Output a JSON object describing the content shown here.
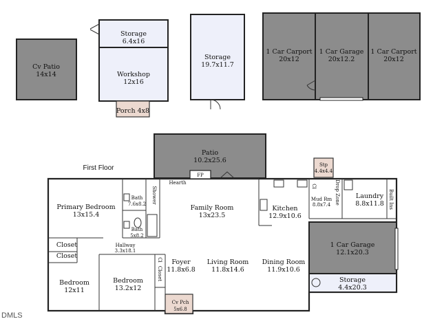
{
  "floor_label": "First Floor",
  "watermark": "DMLS",
  "hearth_label": "Hearth",
  "fp_label": "FP",
  "outbuildings": [
    {
      "key": "cv-patio",
      "name": "Cv Patio",
      "dims": "14x14"
    },
    {
      "key": "storage-small",
      "name": "Storage",
      "dims": "6.4x16"
    },
    {
      "key": "workshop",
      "name": "Workshop",
      "dims": "12x16"
    },
    {
      "key": "porch",
      "name": "Porch",
      "dims": "4x8"
    },
    {
      "key": "storage-large",
      "name": "Storage",
      "dims": "19.7x11.7"
    },
    {
      "key": "carport-left",
      "name": "1 Car Carport",
      "dims": "20x12"
    },
    {
      "key": "garage-detached",
      "name": "1 Car Garage",
      "dims": "20x12.2"
    },
    {
      "key": "carport-right",
      "name": "1 Car Carport",
      "dims": "20x12"
    }
  ],
  "rooms": [
    {
      "key": "patio",
      "name": "Patio",
      "dims": "10.2x25.6"
    },
    {
      "key": "stp",
      "name": "Stp",
      "dims": "4.4x4.4"
    },
    {
      "key": "primary-bedroom",
      "name": "Primary Bedroom",
      "dims": "13x15.4"
    },
    {
      "key": "bath-1",
      "name": "Bath",
      "dims": "7.6x8.2"
    },
    {
      "key": "bath-2",
      "name": "Bath",
      "dims": "5x8.2"
    },
    {
      "key": "shower",
      "name": "Shower",
      "dims": ""
    },
    {
      "key": "family-room",
      "name": "Family Room",
      "dims": "13x23.5"
    },
    {
      "key": "kitchen",
      "name": "Kitchen",
      "dims": "12.9x10.6"
    },
    {
      "key": "cl-kitchen",
      "name": "Cl",
      "dims": ""
    },
    {
      "key": "mud-rm",
      "name": "Mud Rm",
      "dims": "8.8x7.4"
    },
    {
      "key": "drop-zone",
      "name": "Drop Zone",
      "dims": ""
    },
    {
      "key": "laundry",
      "name": "Laundry",
      "dims": "8.8x11.8"
    },
    {
      "key": "built-ins",
      "name": "Built Ins",
      "dims": ""
    },
    {
      "key": "closet-1",
      "name": "Closet",
      "dims": ""
    },
    {
      "key": "closet-2",
      "name": "Closet",
      "dims": ""
    },
    {
      "key": "hallway",
      "name": "Hallway",
      "dims": "3.3x18.1"
    },
    {
      "key": "garage-attached",
      "name": "1 Car Garage",
      "dims": "12.1x20.3"
    },
    {
      "key": "foyer",
      "name": "Foyer",
      "dims": "11.8x6.8"
    },
    {
      "key": "cl-foyer",
      "name": "Cl",
      "dims": ""
    },
    {
      "key": "closet-foyer",
      "name": "Closet",
      "dims": ""
    },
    {
      "key": "living-room",
      "name": "Living Room",
      "dims": "11.8x14.6"
    },
    {
      "key": "dining-room",
      "name": "Dining Room",
      "dims": "11.9x10.6"
    },
    {
      "key": "bedroom-1",
      "name": "Bedroom",
      "dims": "12x11"
    },
    {
      "key": "bedroom-2",
      "name": "Bedroom",
      "dims": "13.2x12"
    },
    {
      "key": "storage-attached",
      "name": "Storage",
      "dims": "4.4x20.3"
    },
    {
      "key": "cv-pch",
      "name": "Cv Pch",
      "dims": "5x6.8"
    }
  ]
}
